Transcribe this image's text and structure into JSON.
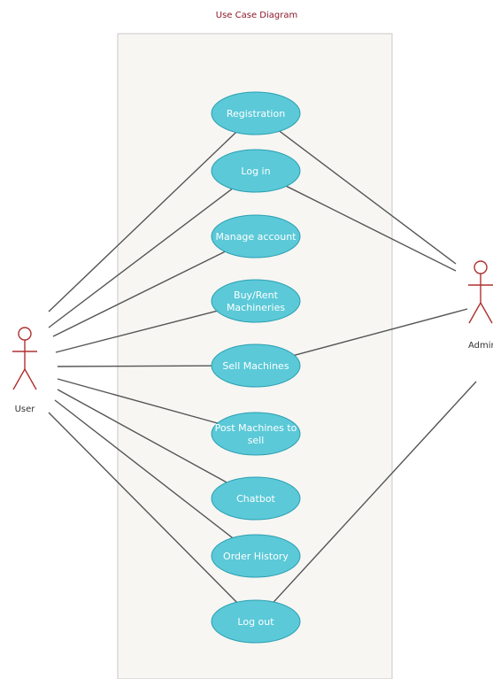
{
  "title": "Use Case Diagram",
  "colors": {
    "title": "#8b1a2b",
    "boundary_fill": "#f7f6f3",
    "boundary_stroke": "#c8c8c8",
    "usecase_fill": "#5bc9d8",
    "usecase_stroke": "#2a9fb0",
    "usecase_text": "#ffffff",
    "actor": "#b03030",
    "line": "#555555"
  },
  "actors": {
    "user": {
      "label": "User",
      "icon": "stick-figure-icon"
    },
    "admin": {
      "label": "Admin",
      "icon": "stick-figure-icon"
    }
  },
  "use_cases": [
    {
      "id": "registration",
      "lines": [
        "Registration"
      ]
    },
    {
      "id": "login",
      "lines": [
        "Log in"
      ]
    },
    {
      "id": "manage-account",
      "lines": [
        "Manage account"
      ]
    },
    {
      "id": "buy-rent",
      "lines": [
        "Buy/Rent",
        "Machineries"
      ]
    },
    {
      "id": "sell-machines",
      "lines": [
        "Sell Machines"
      ]
    },
    {
      "id": "post-machines",
      "lines": [
        "Post Machines to",
        "sell"
      ]
    },
    {
      "id": "chatbot",
      "lines": [
        "Chatbot"
      ]
    },
    {
      "id": "order-history",
      "lines": [
        "Order History"
      ]
    },
    {
      "id": "logout",
      "lines": [
        "Log out"
      ]
    }
  ],
  "associations": {
    "user": [
      "registration",
      "login",
      "manage-account",
      "buy-rent",
      "sell-machines",
      "post-machines",
      "chatbot",
      "order-history",
      "logout"
    ],
    "admin": [
      "registration",
      "login",
      "sell-machines",
      "logout"
    ]
  }
}
